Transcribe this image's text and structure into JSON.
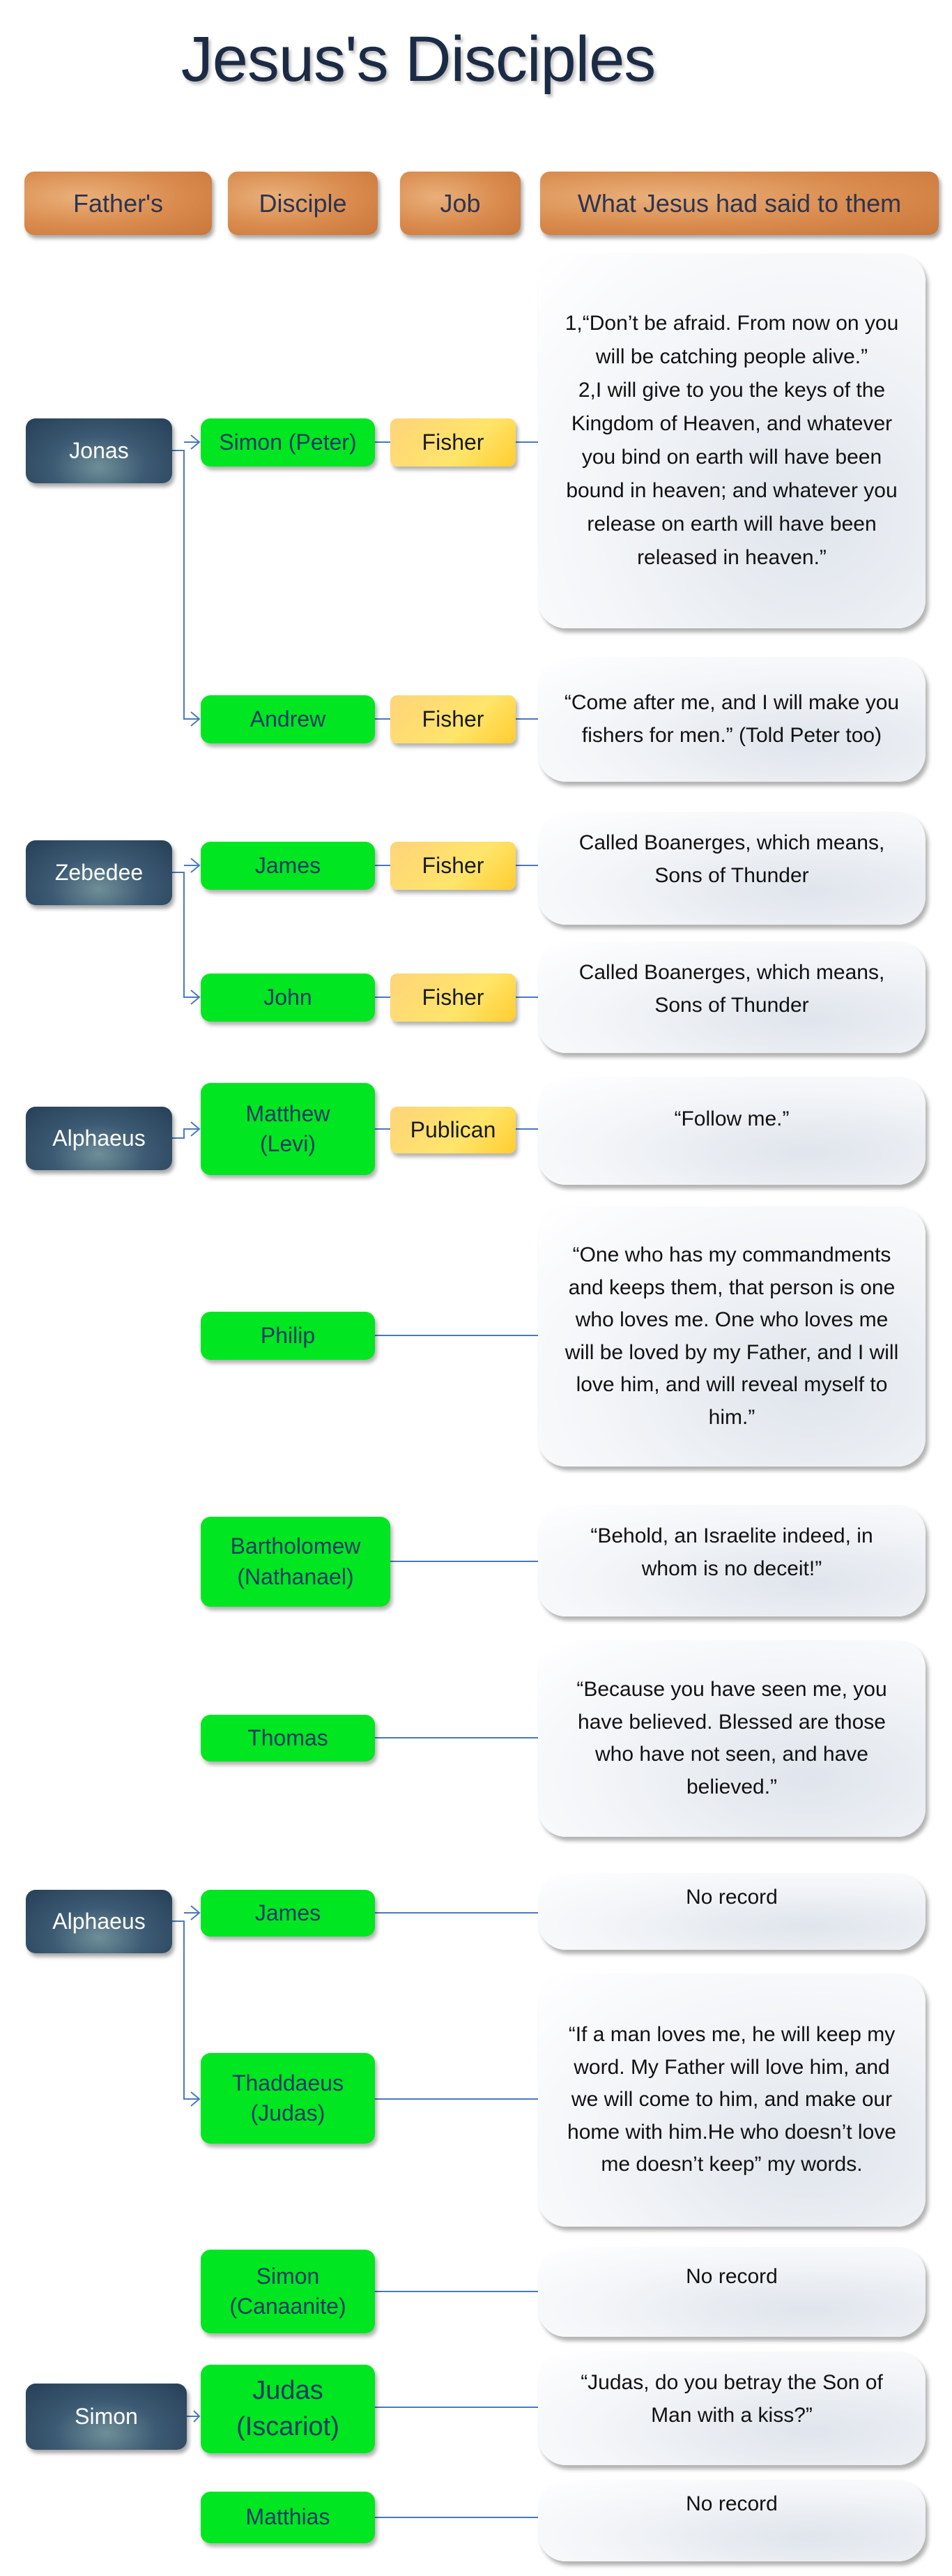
{
  "title": "Jesus's Disciples",
  "headers": [
    "Father's",
    "Disciple",
    "Job",
    "What Jesus had said to them"
  ],
  "fathers": [
    "Jonas",
    "Zebedee",
    "Alphaeus",
    "Alphaeus",
    "Simon"
  ],
  "disciples": [
    {
      "name": "Simon (Peter)",
      "job": "Fisher",
      "quote": "1,“Don’t be afraid. From now on you will be catching people alive.”\n2,I will give to you the keys of the Kingdom of Heaven, and whatever you bind on earth will have been bound in heaven; and whatever you release on earth will have been released in heaven.”"
    },
    {
      "name": "Andrew",
      "job": "Fisher",
      "quote": "“Come after me, and I will make you fishers for men.” (Told Peter too)"
    },
    {
      "name": "James",
      "job": "Fisher",
      "quote": "Called Boanerges, which means, Sons of Thunder"
    },
    {
      "name": "John",
      "job": "Fisher",
      "quote": "Called Boanerges, which means, Sons of Thunder"
    },
    {
      "name": "Matthew (Levi)",
      "job": "Publican",
      "quote": "“Follow me.”"
    },
    {
      "name": "Philip",
      "quote": "“One who has my commandments and keeps them, that person is one who loves me. One who loves me will be loved by my Father, and I will love him, and will reveal myself to him.”"
    },
    {
      "name": "Bartholomew (Nathanael)",
      "quote": "“Behold, an Israelite indeed, in whom is no deceit!”"
    },
    {
      "name": "Thomas",
      "quote": "“Because you have seen me, you have believed. Blessed are those who have not seen, and have believed.”"
    },
    {
      "name": "James",
      "quote": "No record"
    },
    {
      "name": "Thaddaeus (Judas)",
      "quote": "“If a man loves me, he will keep my word. My Father will love him, and we will come to him, and make our home with him.He who doesn’t love me doesn’t keep” my words."
    },
    {
      "name": "Simon (Canaanite)",
      "quote": "No record"
    },
    {
      "name": "Judas (Iscariot)",
      "quote": "“Judas, do you betray the Son of Man with a kiss?”"
    },
    {
      "name": "Matthias",
      "quote": "No record"
    }
  ],
  "colors": {
    "disciple": "#00e620",
    "connector": "#4a78c0",
    "title": "#1c2b45"
  }
}
